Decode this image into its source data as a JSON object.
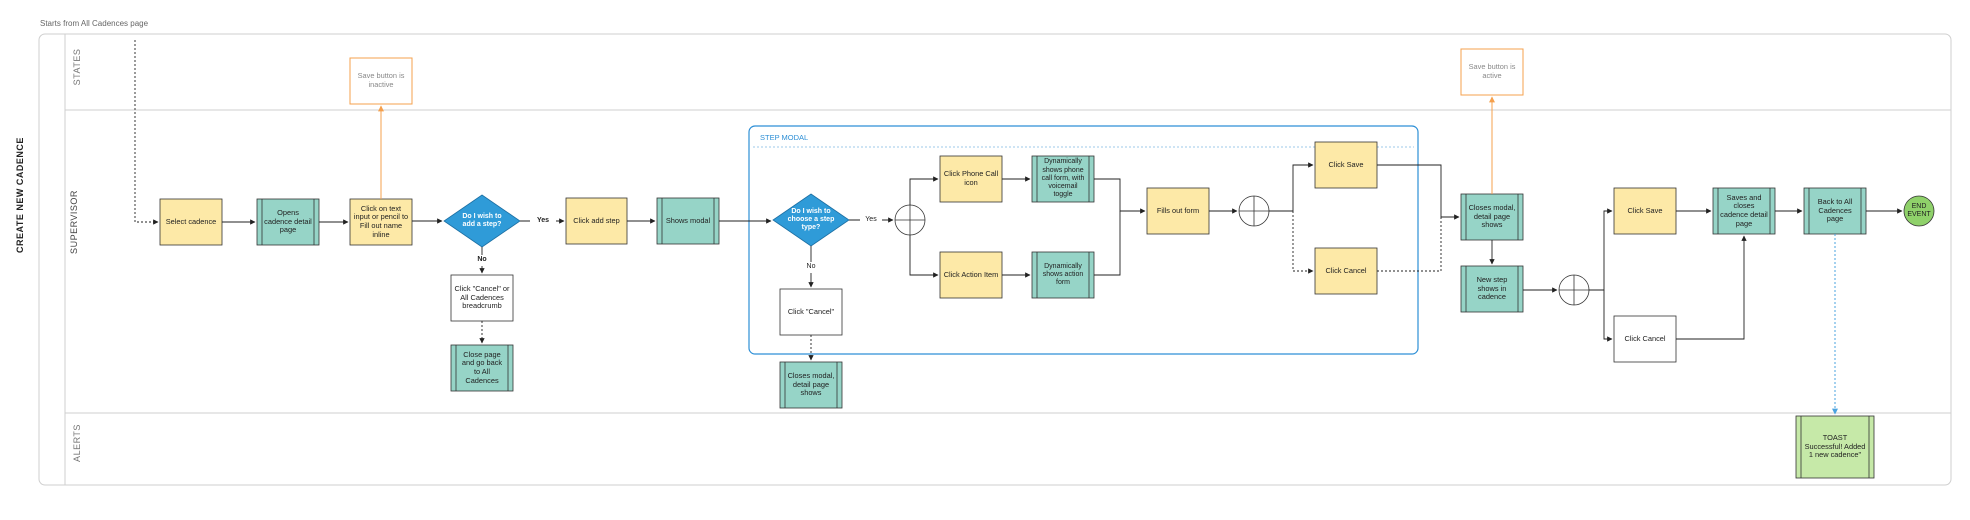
{
  "header": {
    "note": "Starts from All Cadences page"
  },
  "pool": {
    "title": "CREATE NEW CADENCE"
  },
  "lanes": {
    "supervisor": "SUPERVISOR",
    "states": "STATES",
    "alerts": "ALERTS"
  },
  "modal": {
    "title": "STEP MODAL"
  },
  "nodes": {
    "select_cadence": "Select cadence",
    "opens_detail": "Opens cadence detail page",
    "click_text_input": "Click on text input or pencil to Fill out name inline",
    "decision_add_step": "Do I wish to add a step?",
    "click_add_step": "Click add step",
    "shows_modal": "Shows modal",
    "decision_step_type": "Do I wish to choose a step type?",
    "click_phone_call": "Click Phone Call icon",
    "click_action_item": "Click Action Item",
    "dyn_phone_form": "Dynamically shows phone call form, with voicemail toggle",
    "dyn_action_form": "Dynamically shows action form",
    "fills_form": "Fills out form",
    "modal_click_save": "Click Save",
    "modal_click_cancel": "Click Cancel",
    "closes_modal_detail": "Closes modal, detail page shows",
    "new_step_shows": "New step shows in cadence",
    "click_save": "Click Save",
    "click_cancel": "Click Cancel",
    "saves_closes": "Saves and closes cadence detail page",
    "back_all": "Back to All Cadences page",
    "end_event": "END EVENT",
    "cancel_breadcrumb": "Click \"Cancel\" or All Cadences breadcrumb",
    "close_page_back": "Close page and go back to All Cadences",
    "click_cancel_quoted": "Click \"Cancel\"",
    "closes_modal_below": "Closes modal, detail page shows",
    "state_inactive": "Save button is inactive",
    "state_active": "Save button is active",
    "toast": "TOAST Successful! Added 1 new cadence\""
  },
  "edge_labels": {
    "yes1": "Yes",
    "no1": "No",
    "yes2": "Yes",
    "no2": "No"
  },
  "colors": {
    "yellow": "#fde9a7",
    "teal": "#96d4c7",
    "blue_diamond": "#2f9bd8",
    "green_end": "#8fd16a",
    "green_toast": "#c6e9a8",
    "orange": "#f5a04d",
    "modal_blue": "#2d8fd6"
  }
}
